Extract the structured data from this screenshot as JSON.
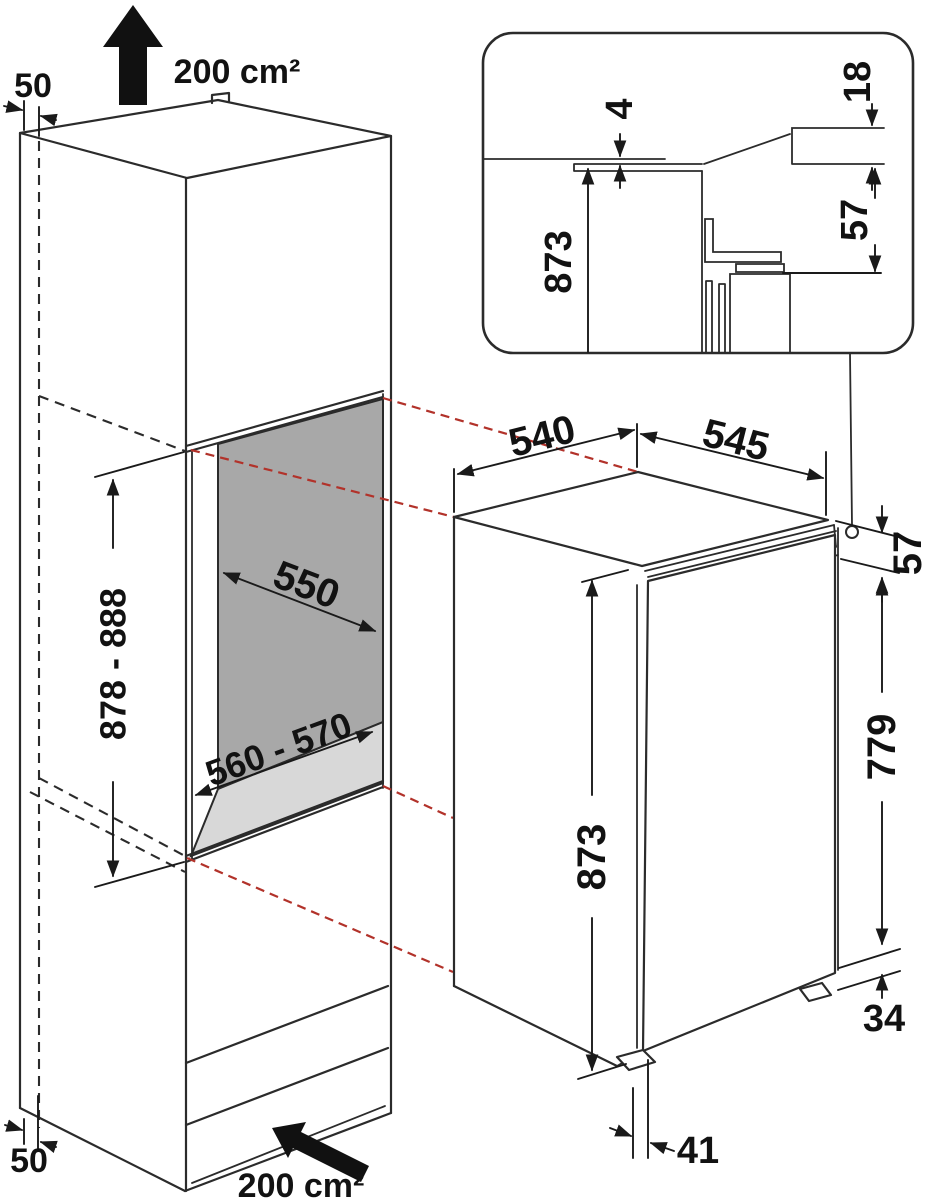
{
  "cabinet": {
    "top_clearance": "50",
    "top_vent_area": "200 cm²",
    "niche_width": "550",
    "niche_height": "878 - 888",
    "niche_depth": "560 - 570",
    "bottom_clearance": "50",
    "bottom_vent_area": "200 cm²"
  },
  "appliance": {
    "depth": "540",
    "width": "545",
    "height": "873",
    "door_top_offset": "57",
    "door_height": "779",
    "plinth_height": "34",
    "door_bottom_offset": "41"
  },
  "inset": {
    "top_gap": "4",
    "worktop_overhang": "18",
    "appliance_height": "873",
    "door_top_offset": "57"
  },
  "colors": {
    "line": "#2b2b2b",
    "projection_red": "#b2322a",
    "niche_back_panel": "#a8a8a8",
    "niche_floor": "#d8d8d8",
    "background": "#ffffff"
  }
}
